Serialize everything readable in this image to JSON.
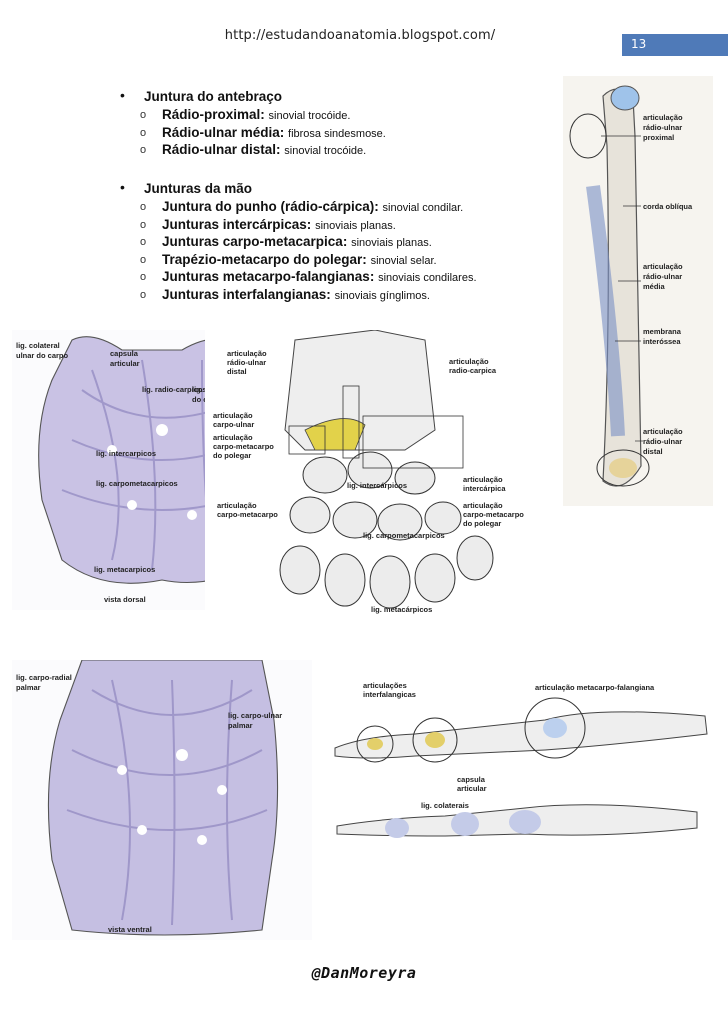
{
  "header": {
    "url": "http://estudandoanatomia.blogspot.com/",
    "page_number": "13"
  },
  "sections": [
    {
      "title": "Juntura do antebraço",
      "items": [
        {
          "name": "Rádio-proximal:",
          "desc": "sinovial trocóide."
        },
        {
          "name": "Rádio-ulnar média:",
          "desc": "fibrosa sindesmose."
        },
        {
          "name": "Rádio-ulnar distal:",
          "desc": "sinovial trocóide."
        }
      ]
    },
    {
      "title": "Junturas da mão",
      "items": [
        {
          "name": "Juntura do punho (rádio-cárpica):",
          "desc": "sinovial condilar."
        },
        {
          "name": "Junturas intercárpicas:",
          "desc": "sinoviais planas."
        },
        {
          "name": "Junturas carpo-metacarpica:",
          "desc": "sinoviais planas."
        },
        {
          "name": "Trapézio-metacarpo do polegar:",
          "desc": "sinovial selar."
        },
        {
          "name": "Junturas metacarpo-falangianas:",
          "desc": "sinoviais condilares."
        },
        {
          "name": "Junturas interfalangianas:",
          "desc": "sinoviais gínglimos."
        }
      ]
    }
  ],
  "figures": {
    "forearm": {
      "labels": [
        "articulação",
        "rádio-ulnar",
        "proximal",
        "corda oblíqua",
        "articulação",
        "rádio-ulnar",
        "média",
        "membrana",
        "interóssea",
        "articulação",
        "rádio-ulnar",
        "distal"
      ]
    },
    "dorsal_hand": {
      "labels": [
        "lig. colateral",
        "ulnar do carpo",
        "capsula",
        "articular",
        "lig. radio-carpicos",
        "lig. colateral radial",
        "do carpo",
        "lig. intercarpicos",
        "lig. carpometacarpicos",
        "lig. metacarpicos",
        "vista dorsal"
      ]
    },
    "wrist_section": {
      "labels": [
        "articulação",
        "rádio-ulnar",
        "distal",
        "articulação",
        "radio-carpica",
        "articulação",
        "carpo-ulnar",
        "articulação",
        "carpo-metacarpo",
        "do polegar",
        "lig. intercárpicos",
        "articulação",
        "intercárpica",
        "articulação",
        "carpo-metacarpo",
        "articulação",
        "carpo-metacarpo",
        "do polegar",
        "lig. carpometacarpicos",
        "lig. metacárpicos"
      ]
    },
    "ventral_hand": {
      "labels": [
        "lig. carpo-radial",
        "palmar",
        "lig. carpo-ulnar",
        "palmar",
        "vista ventral"
      ]
    },
    "finger": {
      "labels": [
        "articulações",
        "interfalangicas",
        "articulação metacarpo-falangiana",
        "capsula",
        "articular",
        "lig. colaterais"
      ]
    }
  },
  "footer": {
    "signature": "@DanMoreyra"
  }
}
